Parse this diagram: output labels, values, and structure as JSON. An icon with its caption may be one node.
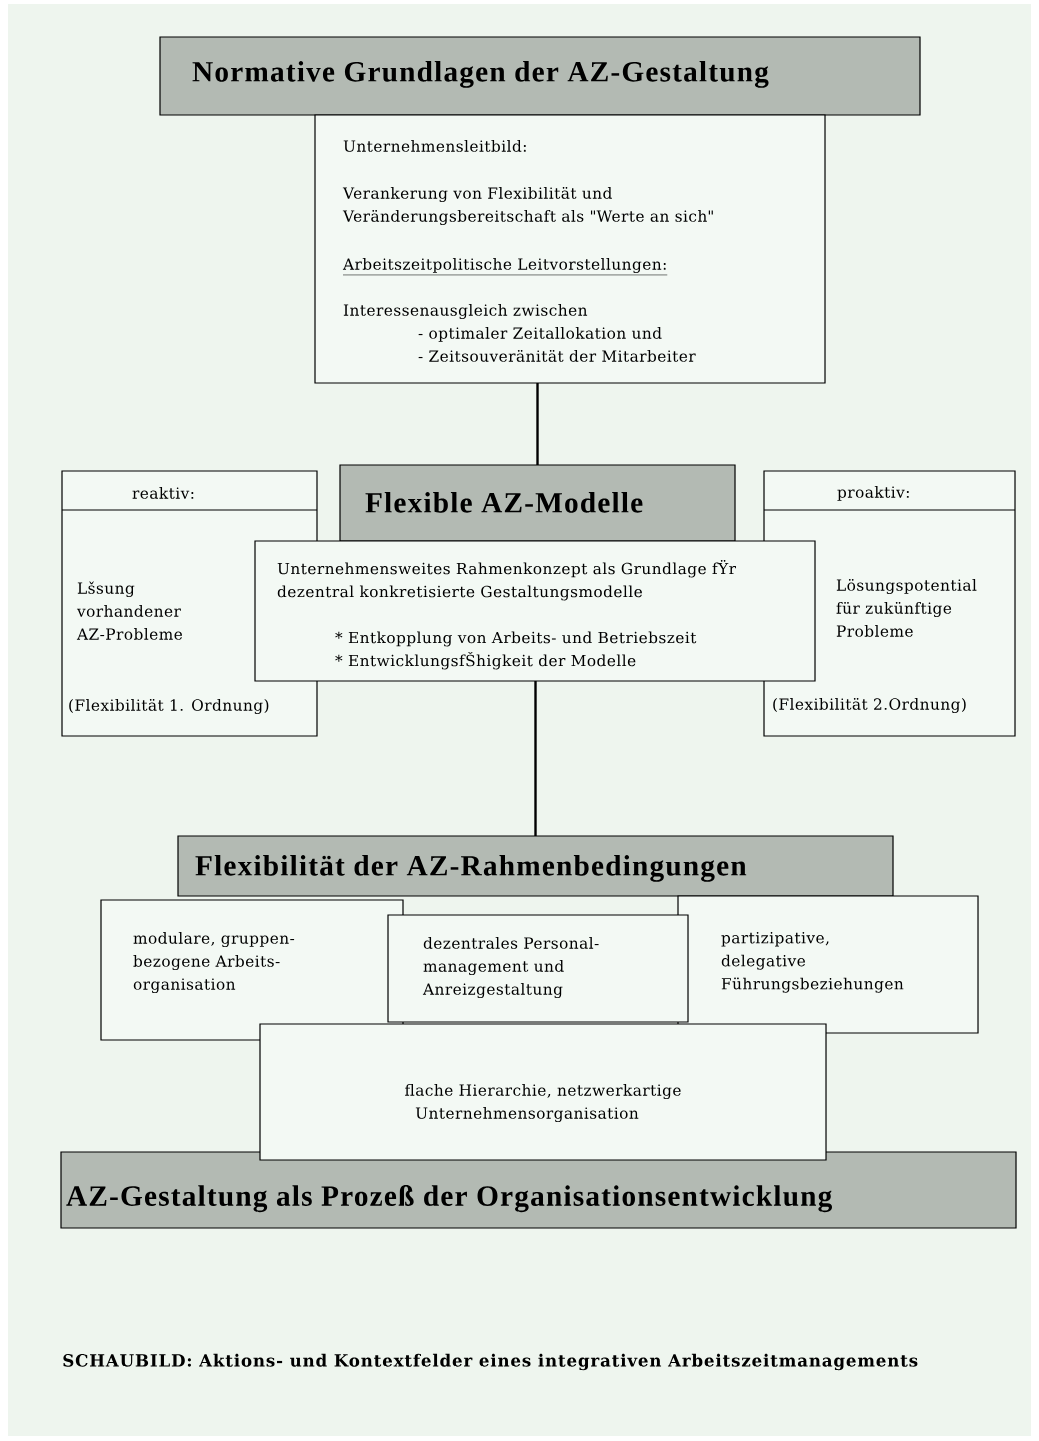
{
  "diagram": {
    "caption": "SCHAUBILD: Aktions- und Kontextfelder eines integrativen Arbeitszeitmanagements",
    "nodes": [
      {
        "text": [
          "Normative Grundlagen der AZ-Gestaltung"
        ]
      },
      {
        "text": [
          "Unternehmensleitbild:",
          "Verankerung von Flexibilität und Veränderungsbereitschaft als \"Werte an sich\"",
          "Arbeitszeitpolitische Leitvorstellungen:",
          "Interessenausgleich zwischen",
          "- optimaler Zeitallokation und",
          "- Zeitsouveränität der Mitarbeiter"
        ]
      },
      {
        "text": [
          "reaktiv:",
          "Lšsung vorhandener AZ-Probleme",
          "(Flexibilität 1. Ordnung)"
        ]
      },
      {
        "text": [
          "Flexible AZ-Modelle"
        ]
      },
      {
        "text": [
          "Unternehmensweites Rahmenkonzept als Grundlage fŸr dezentral konkretisierte Gestaltungsmodelle",
          "* Entkopplung von Arbeits- und Betriebszeit",
          "* EntwicklungsfŠhigkeit der Modelle"
        ]
      },
      {
        "text": [
          "proaktiv:",
          "Lösungspotential für zukünftige Probleme",
          "(Flexibilität 2.Ordnung)"
        ]
      },
      {
        "text": [
          "Flexibilität der AZ-Rahmenbedingungen"
        ]
      },
      {
        "text": [
          "modulare, gruppen- bezogene Arbeits- organisation"
        ]
      },
      {
        "text": [
          "dezentrales Personal- management und Anreizgestaltung"
        ]
      },
      {
        "text": [
          "partizipative, delegative Führungsbeziehungen"
        ]
      },
      {
        "text": [
          "flache Hierarchie, netzwerkartige Unternehmensorganisation"
        ]
      },
      {
        "text": [
          "AZ-Gestaltung als Prozeß der Organisationsentwicklung"
        ]
      }
    ],
    "edges": [
      {
        "from": 1,
        "to": 3,
        "arrow": "none"
      },
      {
        "from": 4,
        "to": 6,
        "arrow": "none"
      }
    ]
  }
}
